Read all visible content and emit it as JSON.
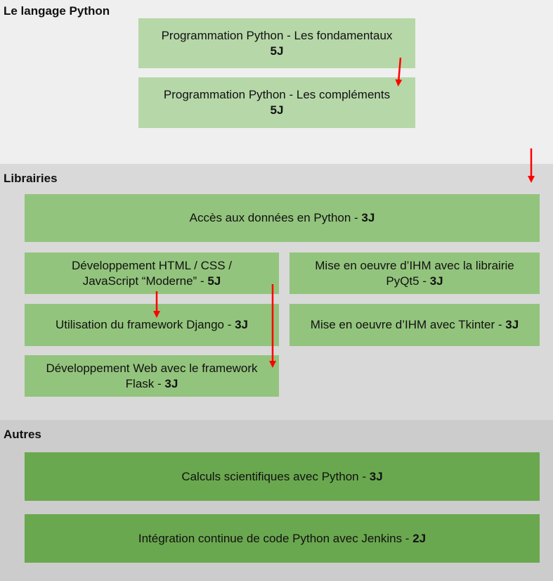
{
  "sections": {
    "python": {
      "title": "Le langage Python"
    },
    "libs": {
      "title": "Librairies"
    },
    "autres": {
      "title": "Autres"
    }
  },
  "courses": {
    "fondamentaux": {
      "line1": "Programmation Python - Les fondamentaux",
      "duration": "5J"
    },
    "complements": {
      "line1": "Programmation Python - Les compléments",
      "duration": "5J"
    },
    "acces": {
      "text": "Accès aux données en Python - ",
      "duration": "3J"
    },
    "html": {
      "line1": "Développement HTML / CSS /",
      "line2": "JavaScript “Moderne” - ",
      "duration": "5J"
    },
    "django": {
      "text": "Utilisation du framework Django - ",
      "duration": "3J"
    },
    "flask": {
      "line1": "Développement Web avec le framework",
      "line2": "Flask - ",
      "duration": "3J"
    },
    "pyqt": {
      "line1": "Mise en oeuvre d’IHM avec la librairie",
      "line2": "PyQt5 - ",
      "duration": "3J"
    },
    "tkinter": {
      "text": "Mise en oeuvre d’IHM avec Tkinter - ",
      "duration": "3J"
    },
    "calculs": {
      "text": "Calculs scientifiques avec Python - ",
      "duration": "3J"
    },
    "integration": {
      "text": "Intégration continue de code Python avec Jenkins  - ",
      "duration": "2J"
    }
  },
  "colors": {
    "arrow": "#ff0000",
    "box_light": "#b6d7a8",
    "box_mid": "#93c47d",
    "box_dark": "#6aa84f"
  }
}
